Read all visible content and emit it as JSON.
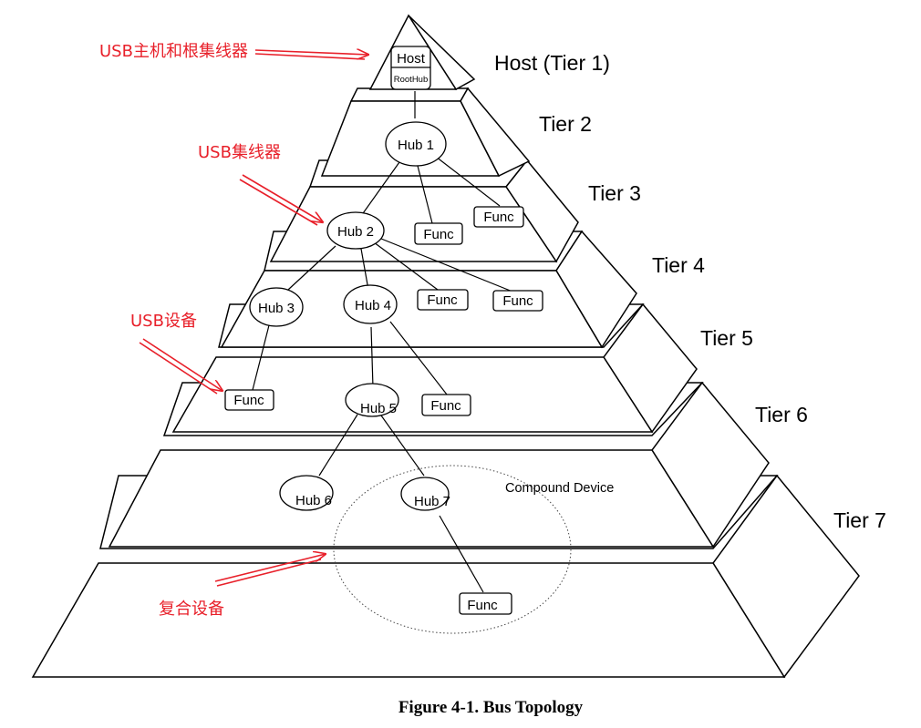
{
  "figure": {
    "caption": "Figure 4-1.  Bus Topology",
    "compound_label": "Compound Device"
  },
  "tiers": [
    {
      "label": "Host (Tier 1)"
    },
    {
      "label": "Tier 2"
    },
    {
      "label": "Tier 3"
    },
    {
      "label": "Tier 4"
    },
    {
      "label": "Tier 5"
    },
    {
      "label": "Tier 6"
    },
    {
      "label": "Tier 7"
    }
  ],
  "host": {
    "label": "Host",
    "sublabel": "RootHub"
  },
  "hubs": [
    {
      "label": "Hub 1"
    },
    {
      "label": "Hub 2"
    },
    {
      "label": "Hub 3"
    },
    {
      "label": "Hub 4"
    },
    {
      "label": "Hub 5"
    },
    {
      "label": "Hub 6"
    },
    {
      "label": "Hub 7"
    }
  ],
  "func_label": "Func",
  "annotations": [
    {
      "text": "USB主机和根集线器"
    },
    {
      "text": "USB集线器"
    },
    {
      "text": "USB设备"
    },
    {
      "text": "复合设备"
    }
  ],
  "colors": {
    "annotation": "#e8202a",
    "line": "#000000",
    "background": "#ffffff"
  }
}
